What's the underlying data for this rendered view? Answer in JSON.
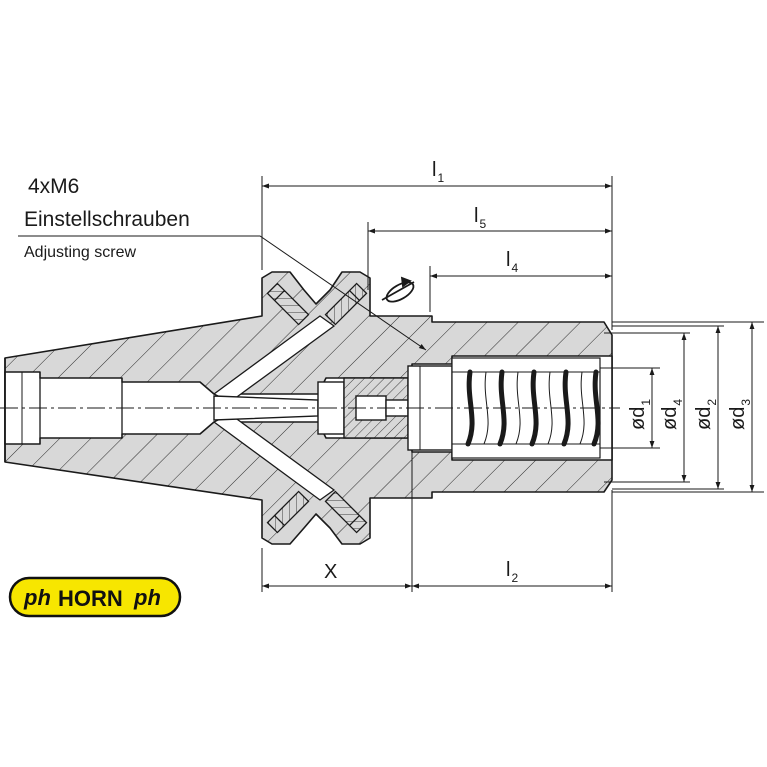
{
  "callout": {
    "thread": "4xM6",
    "german": "Einstellschrauben",
    "english": "Adjusting screw"
  },
  "dims": {
    "l1": {
      "base": "l",
      "sub": "1"
    },
    "l5": {
      "base": "l",
      "sub": "5"
    },
    "l4": {
      "base": "l",
      "sub": "4"
    },
    "l2": {
      "base": "l",
      "sub": "2"
    },
    "x": "X",
    "d1": {
      "base": "ød",
      "sub": "1"
    },
    "d4": {
      "base": "ød",
      "sub": "4"
    },
    "d2": {
      "base": "ød",
      "sub": "2"
    },
    "d3": {
      "base": "ød",
      "sub": "3"
    }
  },
  "logo": {
    "text": "HORN",
    "mark": "ph",
    "color": "#f7e600"
  },
  "colors": {
    "section_fill": "#d7d7d7",
    "line": "#1a1a1a"
  }
}
